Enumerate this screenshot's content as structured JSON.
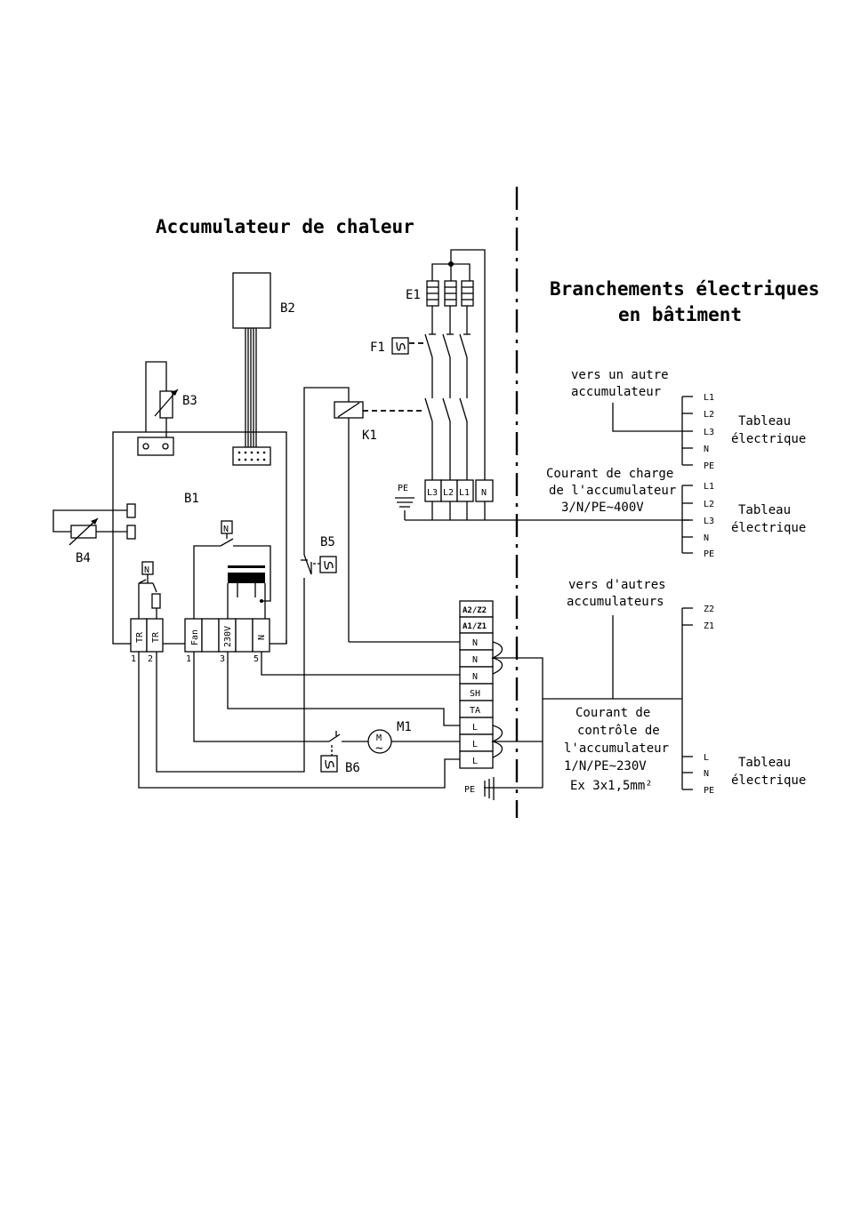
{
  "titles": {
    "left": "Accumulateur de chaleur",
    "right_line1": "Branchements électriques",
    "right_line2": "en bâtiment"
  },
  "components": {
    "b1": "B1",
    "b2": "B2",
    "b3": "B3",
    "b4": "B4",
    "b5": "B5",
    "b6": "B6",
    "e1": "E1",
    "f1": "F1",
    "k1": "K1",
    "m1": "M1",
    "motor_symbol": "M",
    "motor_tilde": "~",
    "relay_n1": "N",
    "relay_n2": "N"
  },
  "b1_terminals": [
    "TR",
    "TR",
    "Fan",
    "230V",
    "N"
  ],
  "b1_numbers": [
    "1",
    "2",
    "1",
    "3",
    "5"
  ],
  "power_terminals": [
    "L3",
    "L2",
    "L1",
    "N"
  ],
  "pe_labels": {
    "top": "PE",
    "bottom": "PE"
  },
  "control_terminals": [
    "A2/Z2",
    "A1/Z1",
    "N",
    "N",
    "N",
    "SH",
    "TA",
    "L",
    "L",
    "L"
  ],
  "texts": {
    "vers_autre_1": "vers un autre",
    "vers_autre_2": "accumulateur",
    "charge_1": "Courant de charge",
    "charge_2": "de l'accumulateur",
    "charge_3": "3/N/PE~400V",
    "vers_autres_1": "vers d'autres",
    "vers_autres_2": "accumulateurs",
    "control_1": "Courant de",
    "control_2": "contrôle de",
    "control_3": "l'accumulateur",
    "control_4": "1/N/PE~230V",
    "control_5": "Ex 3x1,5mm²"
  },
  "tableau": {
    "line1": "Tableau",
    "line2": "électrique"
  },
  "bus_top": [
    "L1",
    "L2",
    "L3",
    "N",
    "PE"
  ],
  "bus_middle": [
    "L1",
    "L2",
    "L3",
    "N",
    "PE"
  ],
  "bus_z": [
    "Z2",
    "Z1"
  ],
  "bus_bottom": [
    "L",
    "N",
    "PE"
  ]
}
